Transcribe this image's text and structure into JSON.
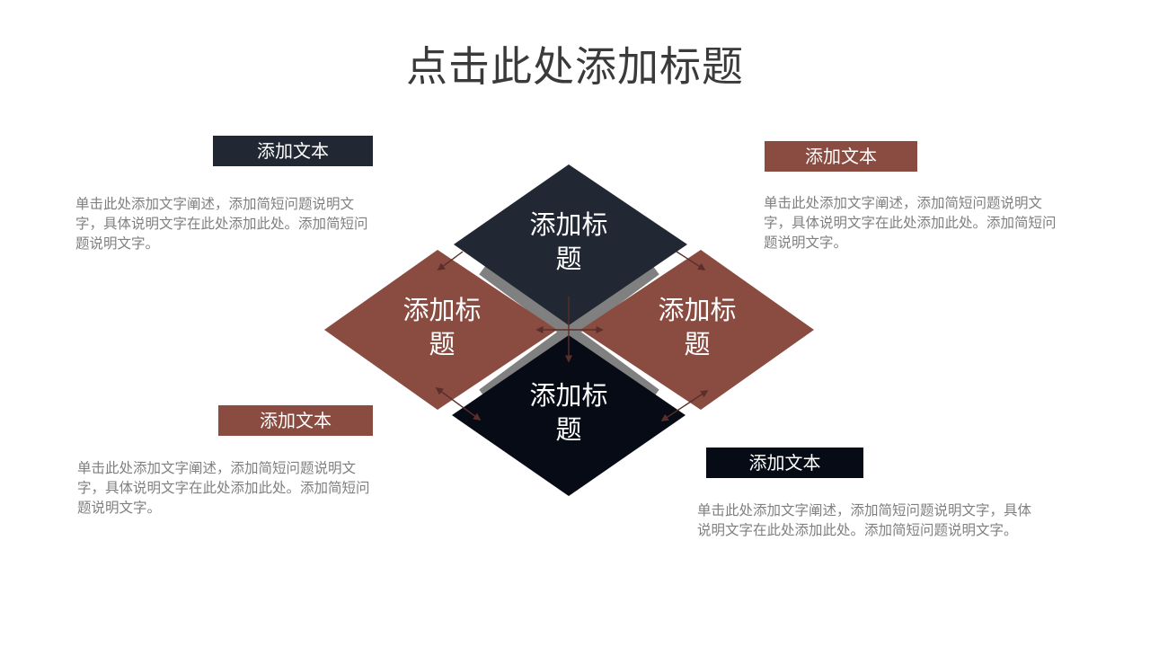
{
  "title": "点击此处添加标题",
  "colors": {
    "dark_navy": "#212833",
    "black_navy": "#060b16",
    "brown": "#8a4b40",
    "gray_band": "#808080",
    "arrow": "#5a2f2a",
    "desc_text": "#7f7f7f",
    "title_text": "#3a3a3a"
  },
  "diamonds": [
    {
      "position": "top",
      "label": "添加标题",
      "line1": "添加标",
      "line2": "题"
    },
    {
      "position": "left",
      "label": "添加标题",
      "line1": "添加标",
      "line2": "题"
    },
    {
      "position": "right",
      "label": "添加标题",
      "line1": "添加标",
      "line2": "题"
    },
    {
      "position": "bottom",
      "label": "添加标题",
      "line1": "添加标",
      "line2": "题"
    }
  ],
  "blocks": [
    {
      "position": "top-left",
      "tag": "添加文本",
      "text": "单击此处添加文字阐述，添加简短问题说明文字，具体说明文字在此处添加此处。添加简短问题说明文字。"
    },
    {
      "position": "top-right",
      "tag": "添加文本",
      "text": "单击此处添加文字阐述，添加简短问题说明文字，具体说明文字在此处添加此处。添加简短问题说明文字。"
    },
    {
      "position": "bottom-left",
      "tag": "添加文本",
      "text": "单击此处添加文字阐述，添加简短问题说明文字，具体说明文字在此处添加此处。添加简短问题说明文字。"
    },
    {
      "position": "bottom-right",
      "tag": "添加文本",
      "text": "单击此处添加文字阐述，添加简短问题说明文字，具体说明文字在此处添加此处。添加简短问题说明文字。"
    }
  ]
}
